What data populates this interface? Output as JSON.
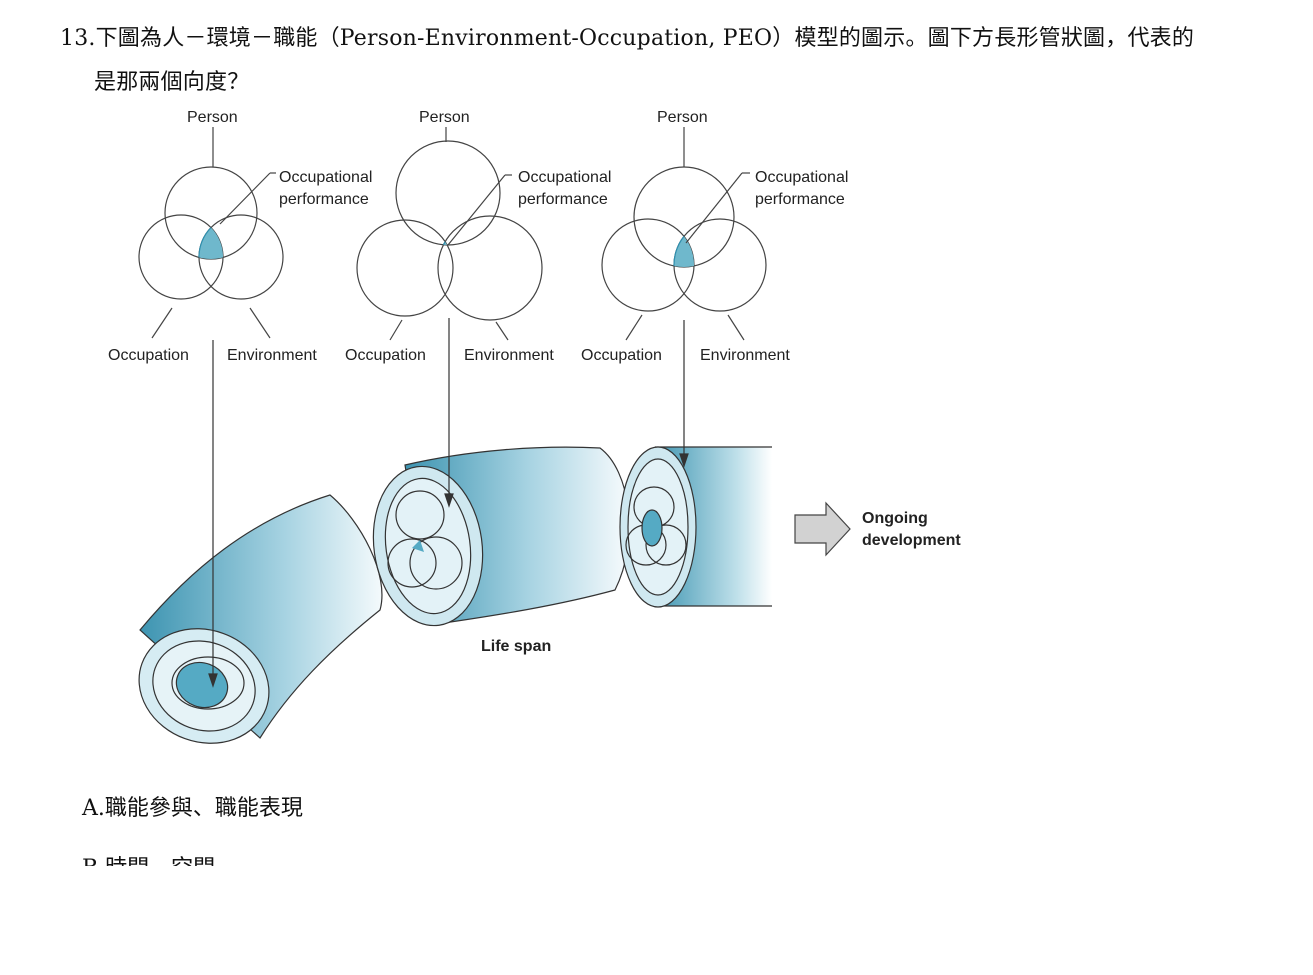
{
  "question": {
    "line1": "13.下圖為人－環境－職能（Person-Environment-Occupation, PEO）模型的圖示。圖下方長形管狀圖，代表的",
    "line2": "是那兩個向度？"
  },
  "figure": {
    "venn_labels": {
      "person": "Person",
      "occupational_performance_1": "Occupational",
      "occupational_performance_2": "performance",
      "occupation": "Occupation",
      "environment": "Environment"
    },
    "life_span": "Life span",
    "ongoing_1": "Ongoing",
    "ongoing_2": "development",
    "colors": {
      "teal_fill": "#6fb8cc",
      "teal_dark": "#2f8fae",
      "tube_light": "#eef7fa"
    }
  },
  "options": {
    "a": "A.職能參與、職能表現",
    "b": "B.時間、空間"
  }
}
